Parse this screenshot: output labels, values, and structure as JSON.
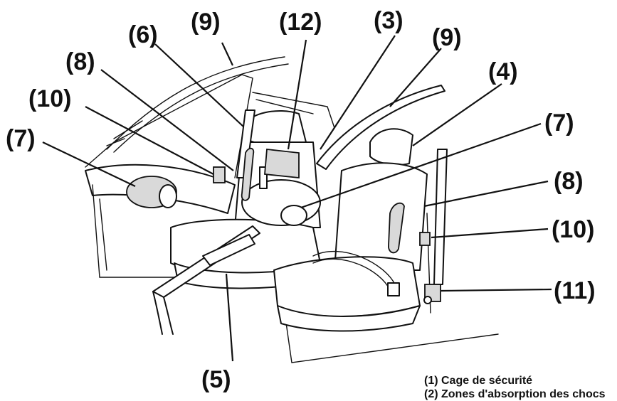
{
  "callouts": {
    "c3": "(3)",
    "c4": "(4)",
    "c5": "(5)",
    "c6": "(6)",
    "c7_left": "(7)",
    "c7_right": "(7)",
    "c8_left": "(8)",
    "c8_right": "(8)",
    "c9_top": "(9)",
    "c9_right": "(9)",
    "c10_left": "(10)",
    "c10_right": "(10)",
    "c11": "(11)",
    "c12": "(12)"
  },
  "legend": {
    "line1": "(1) Cage de sécurité",
    "line2": "(2) Zones d'absorption des chocs"
  }
}
